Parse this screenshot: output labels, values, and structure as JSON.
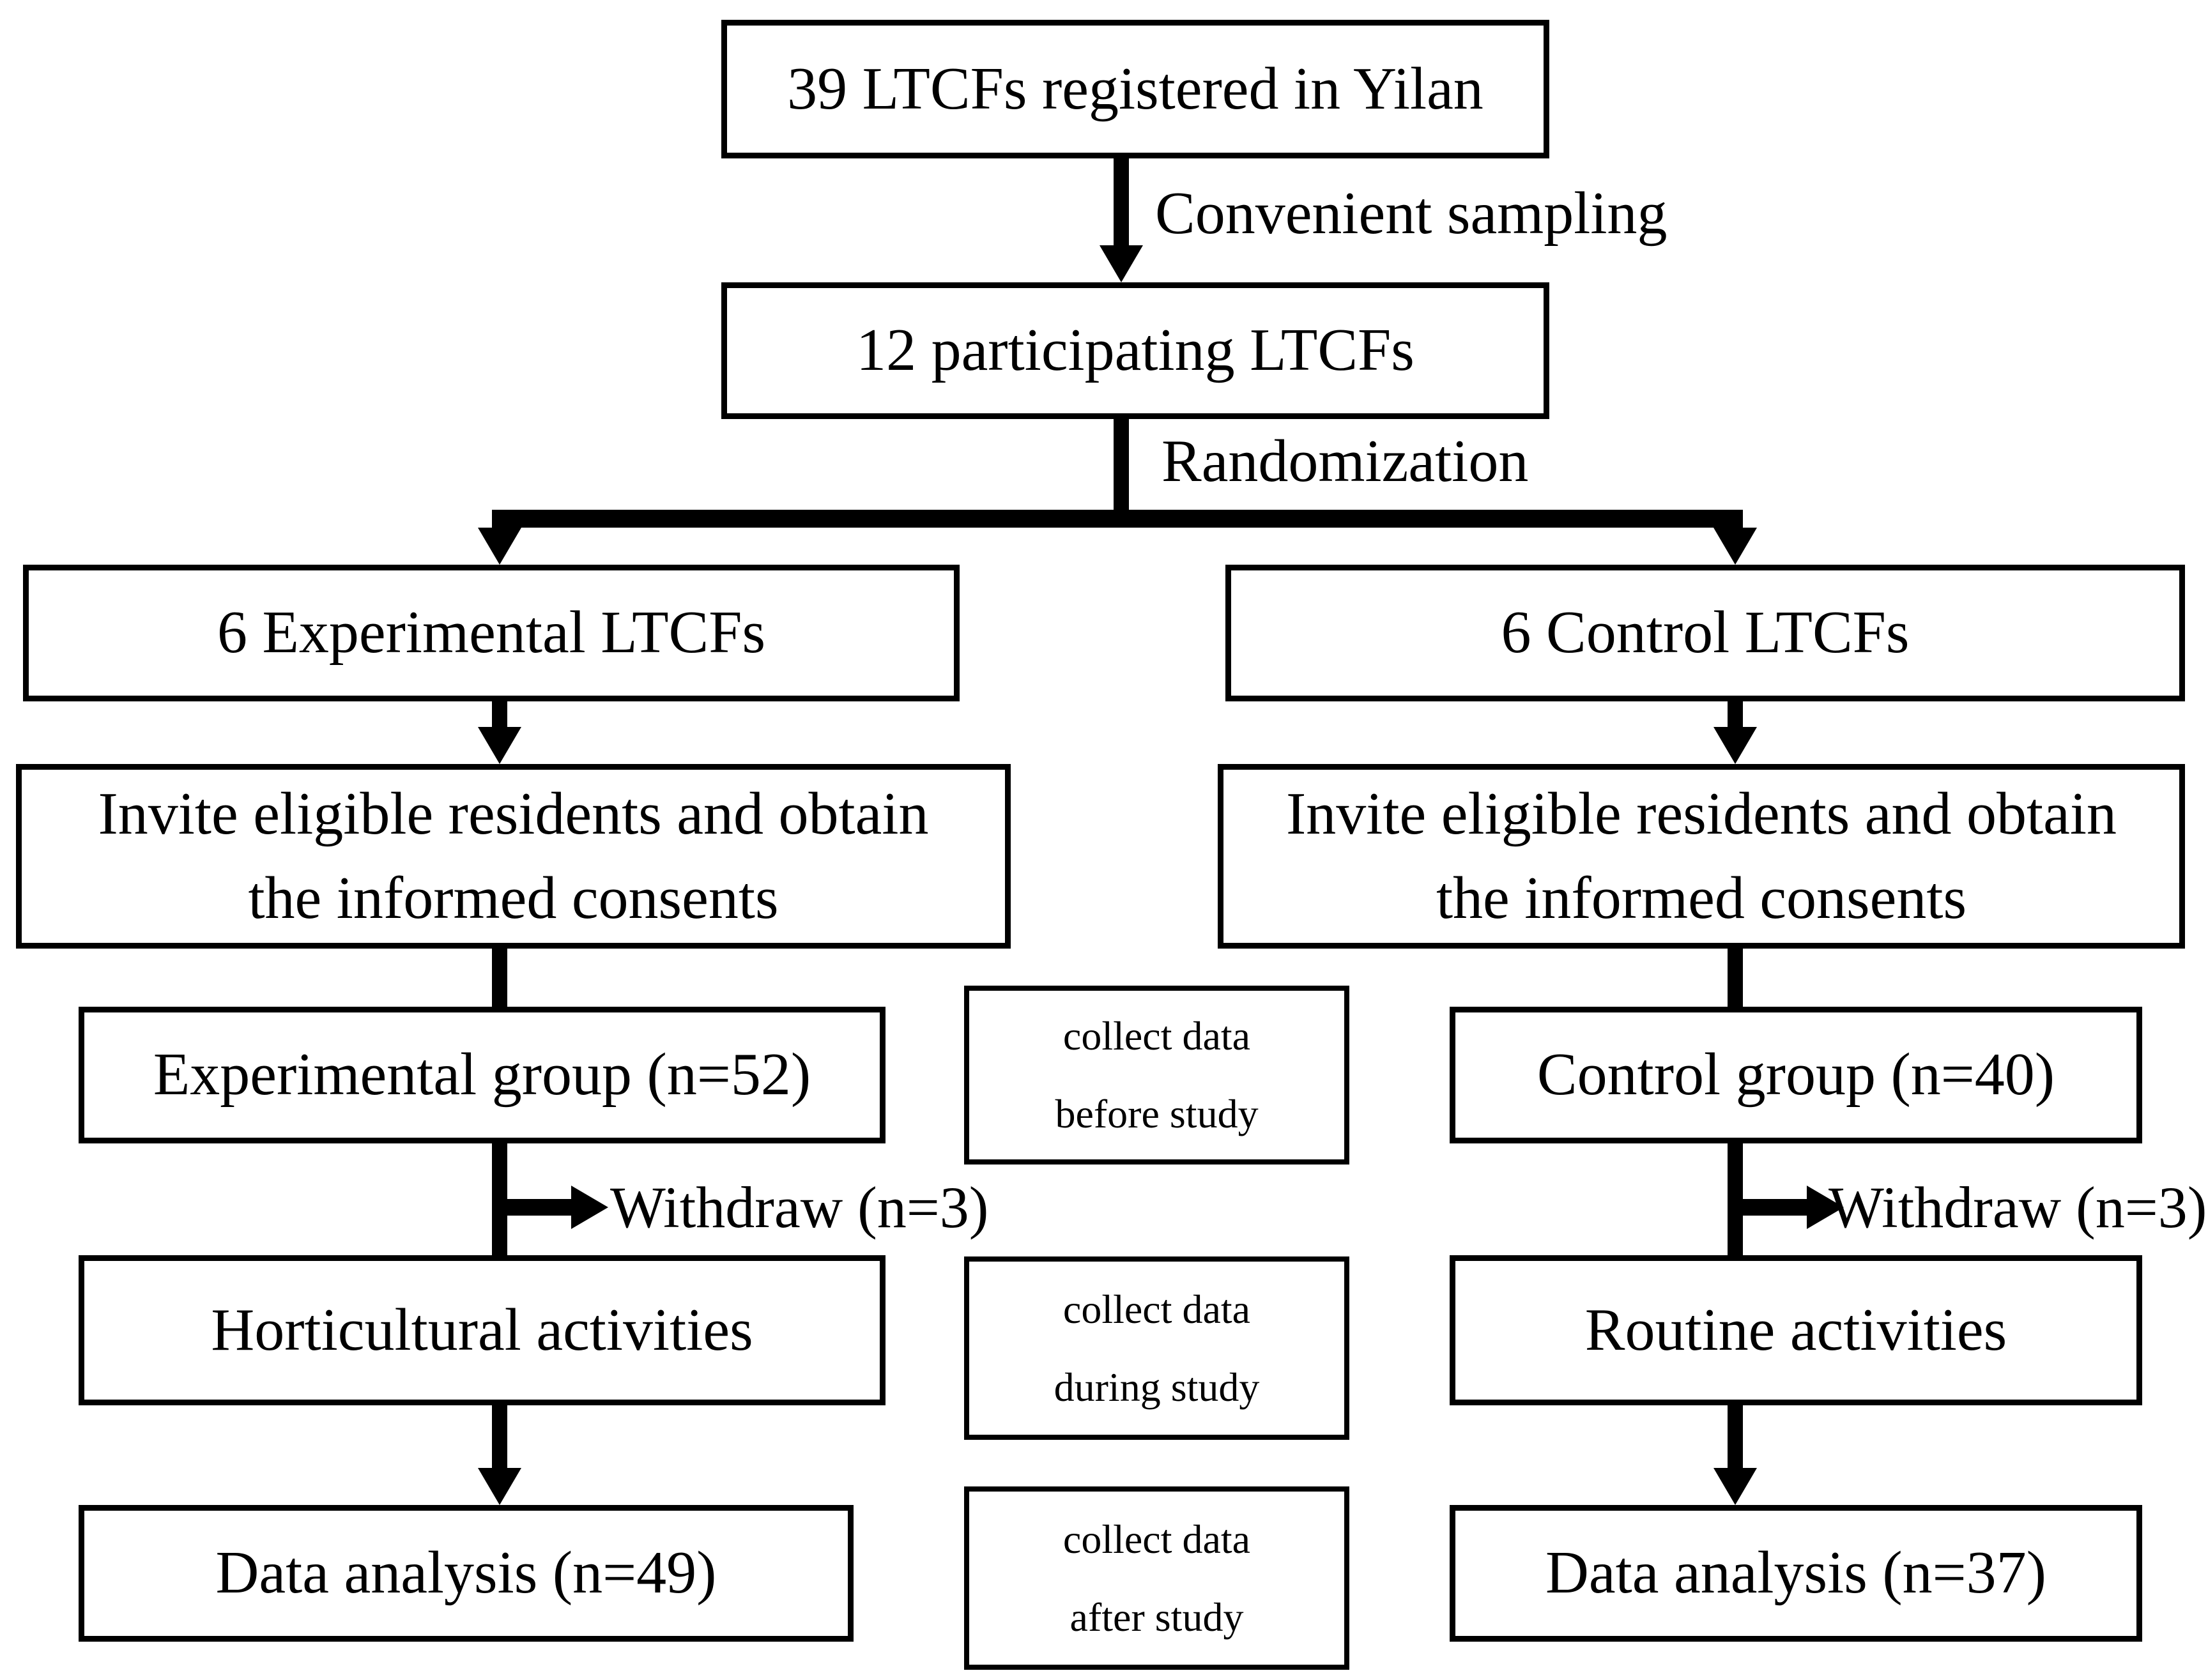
{
  "flowchart": {
    "top": {
      "registered_box": "39 LTCFs registered in Yilan",
      "sampling_label": "Convenient sampling",
      "participating_box": "12 participating LTCFs",
      "randomization_label": "Randomization"
    },
    "experimental": {
      "ltcfs_box": "6 Experimental LTCFs",
      "invite_box_line1": "Invite eligible residents and obtain",
      "invite_box_line2": "the informed consents",
      "group_box": "Experimental group (n=52)",
      "withdraw_label": "Withdraw (n=3)",
      "activities_box": "Horticultural activities",
      "analysis_box": "Data analysis (n=49)"
    },
    "control": {
      "ltcfs_box": "6 Control LTCFs",
      "invite_box_line1": "Invite eligible residents and obtain",
      "invite_box_line2": "the informed consents",
      "group_box": "Control group (n=40)",
      "withdraw_label": "Withdraw (n=3)",
      "activities_box": "Routine activities",
      "analysis_box": "Data analysis (n=37)"
    },
    "data_collection": {
      "before_line1": "collect data",
      "before_line2": "before study",
      "during_line1": "collect data",
      "during_line2": "during study",
      "after_line1": "collect data",
      "after_line2": "after study"
    },
    "colors": {
      "ink": "#000000",
      "background": "#ffffff"
    }
  }
}
